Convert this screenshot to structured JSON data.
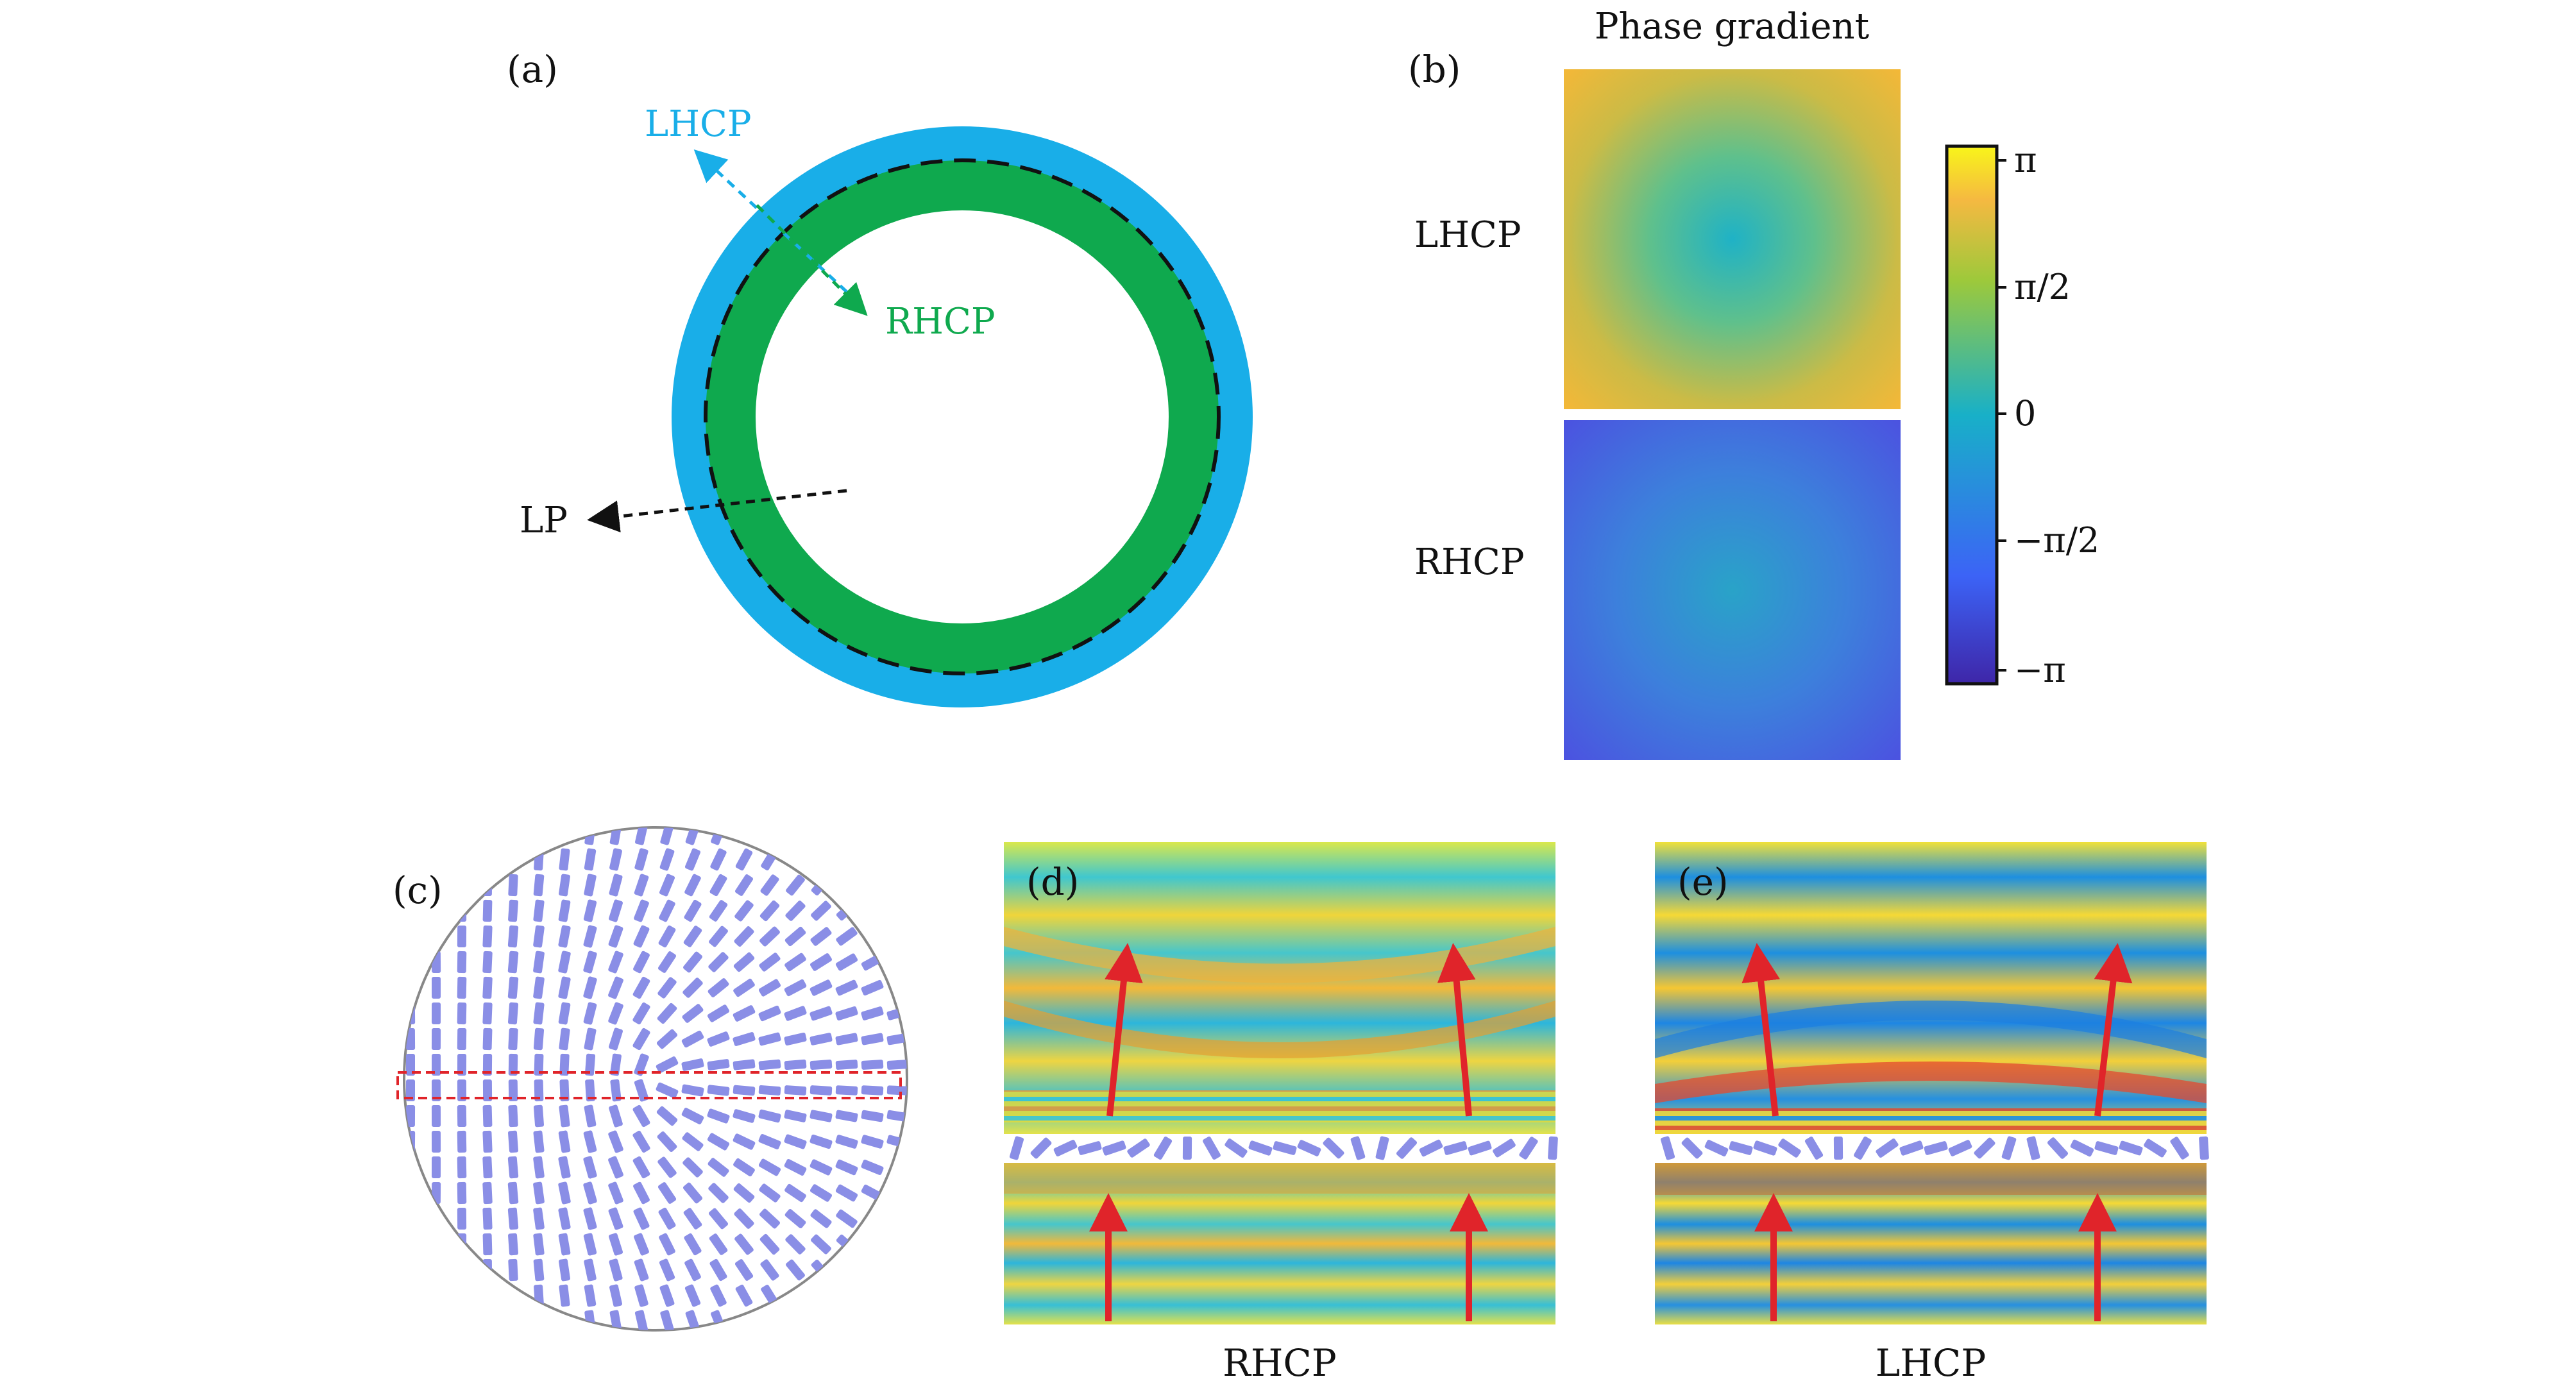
{
  "panels": {
    "a": {
      "label": "(a)",
      "lhcp": "LHCP",
      "rhcp": "RHCP",
      "lp": "LP",
      "colors": {
        "outer_ring": "#19aee8",
        "inner_ring": "#0fa94e",
        "lhcp_text": "#19aee8",
        "rhcp_text": "#0fa94e"
      }
    },
    "b": {
      "label": "(b)",
      "title": "Phase gradient",
      "row_top": "LHCP",
      "row_bottom": "RHCP",
      "colorbar_ticks": [
        "π",
        "π/2",
        "0",
        "−π/2",
        "−π"
      ]
    },
    "c": {
      "label": "(c)"
    },
    "d": {
      "label": "(d)",
      "caption": "RHCP"
    },
    "e": {
      "label": "(e)",
      "caption": "LHCP"
    }
  },
  "colors": {
    "arrow": "#e0242a",
    "selection_box": "#e0242a",
    "nanorod": "#8a8ee6"
  }
}
